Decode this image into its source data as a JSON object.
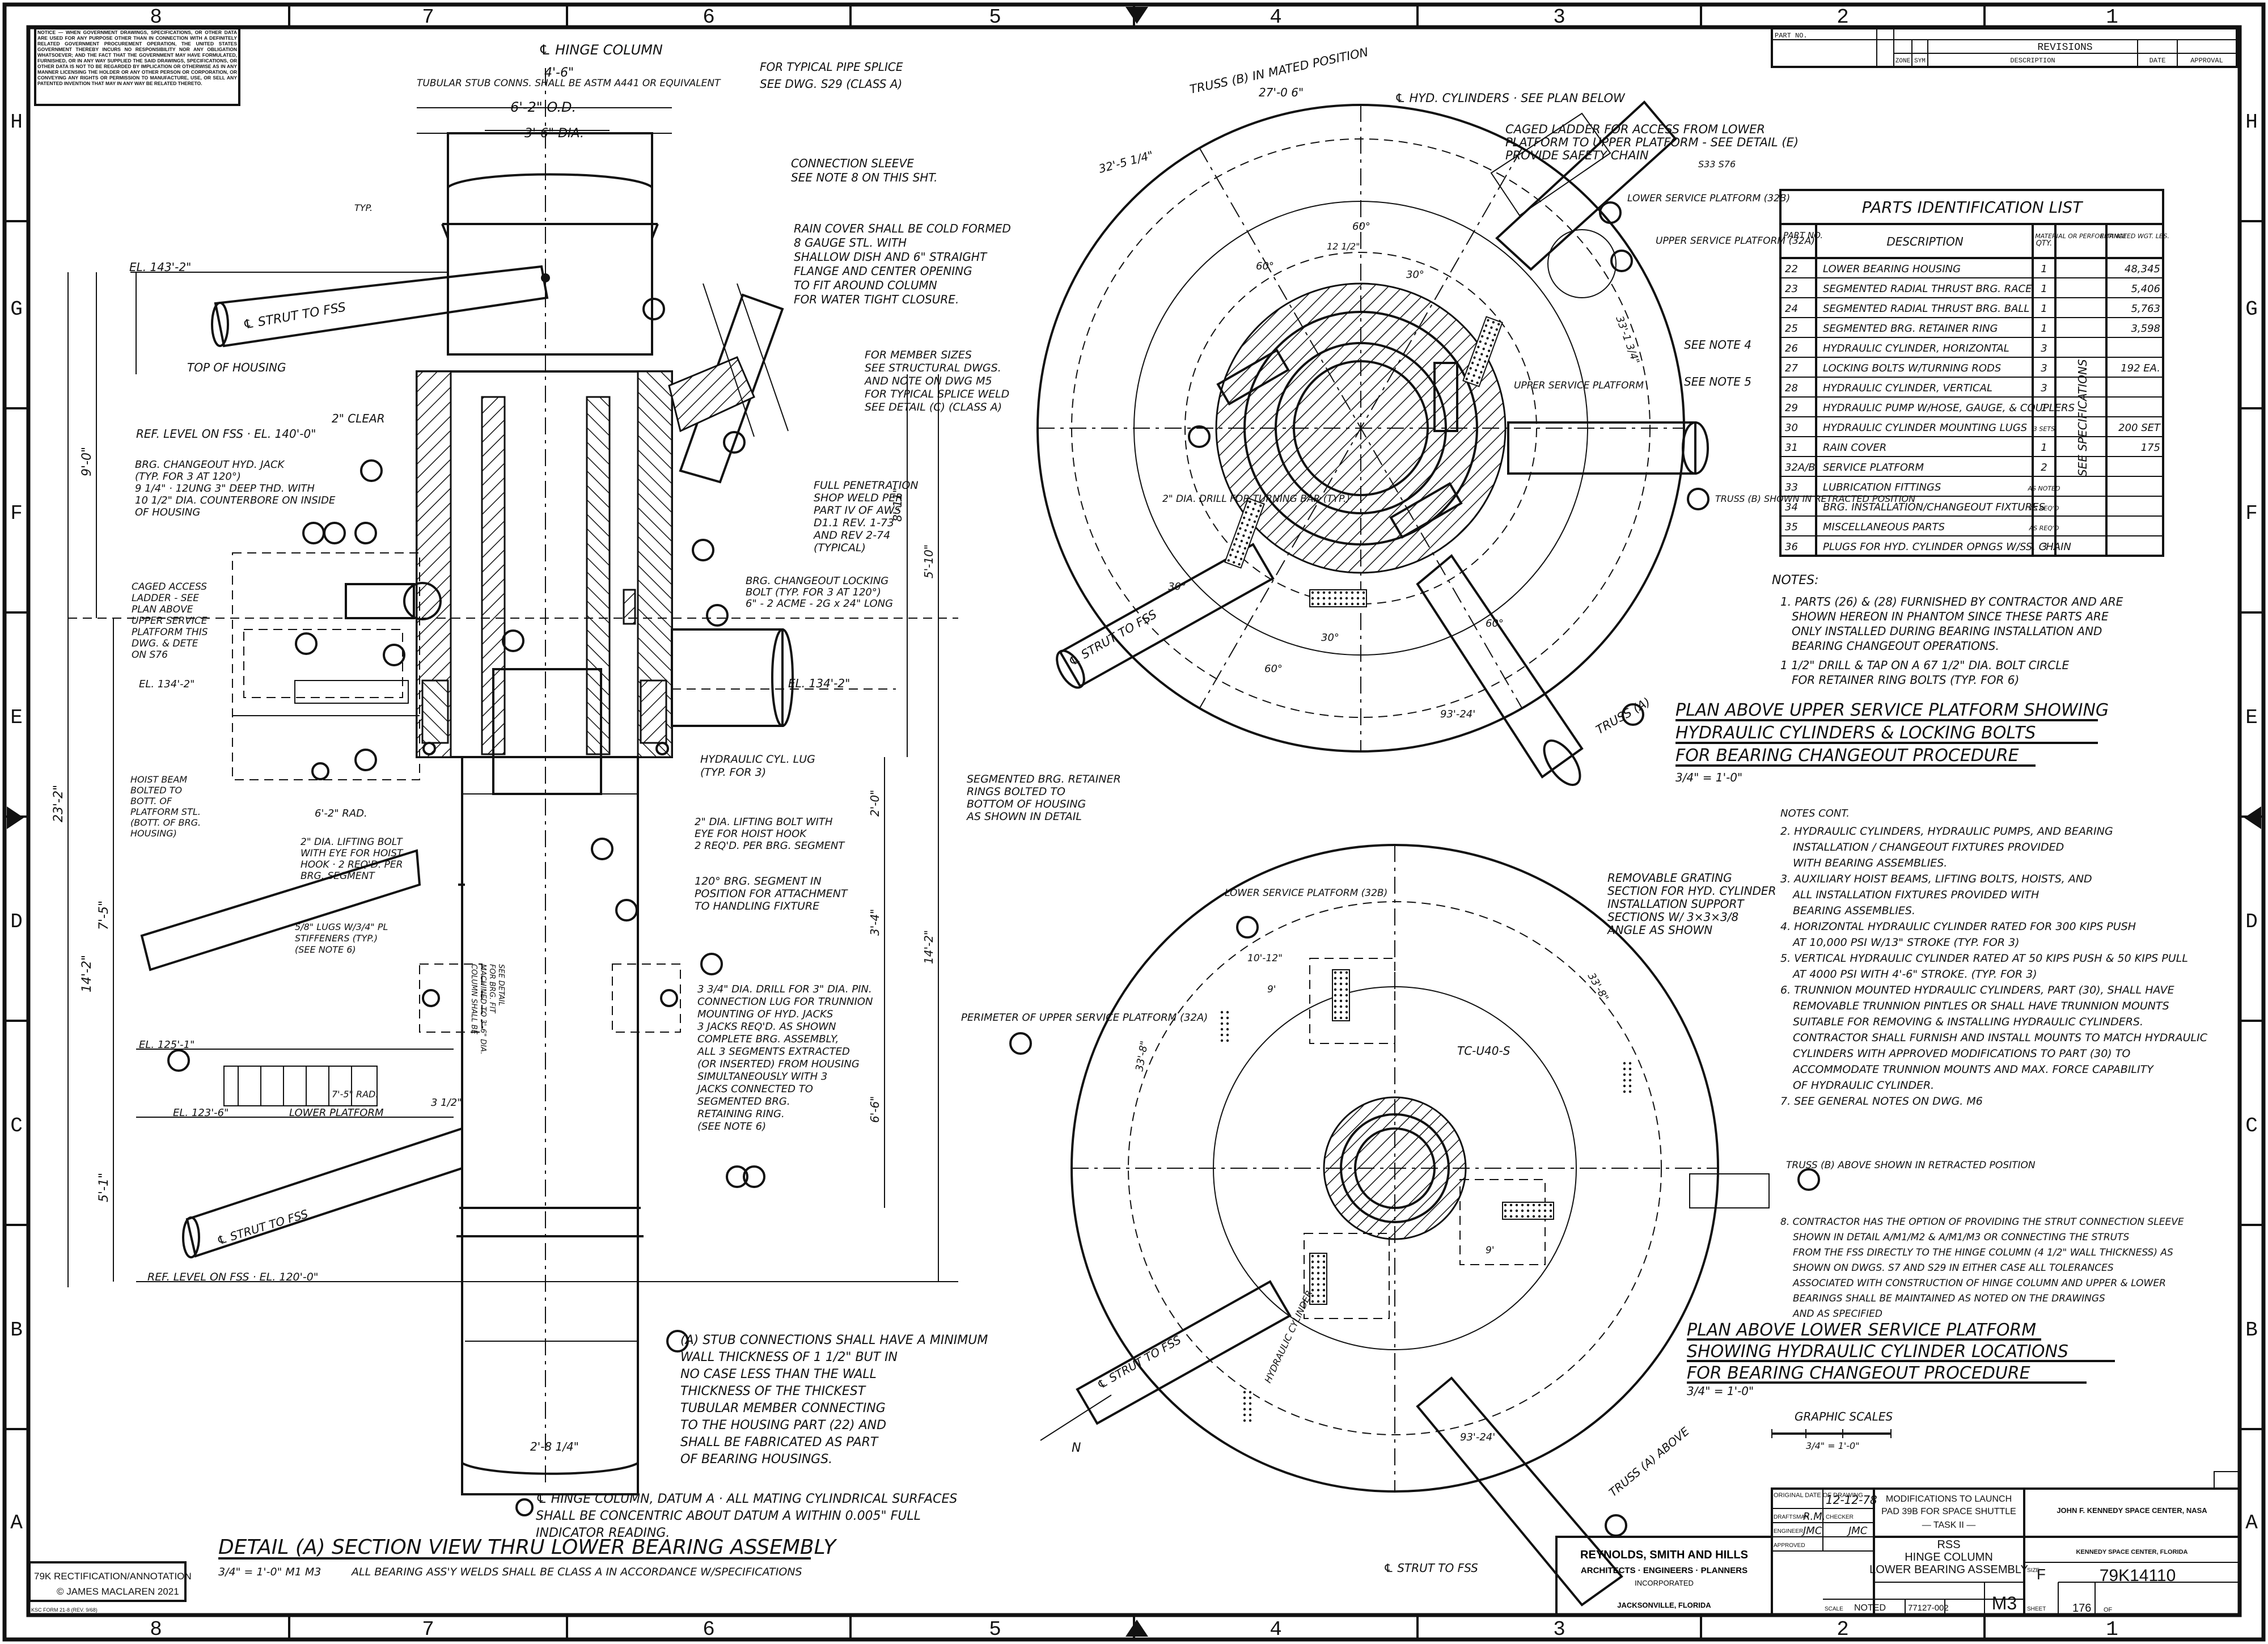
{
  "sheet": {
    "notice": "NOTICE — WHEN GOVERNMENT DRAWINGS, SPECIFICATIONS, OR OTHER DATA ARE USED FOR ANY PURPOSE OTHER THAN IN CONNECTION WITH A DEFINITELY RELATED GOVERNMENT PROCUREMENT OPERATION, THE UNITED STATES GOVERNMENT THEREBY INCURS NO RESPONSIBILITY NOR ANY OBLIGATION WHATSOEVER; AND THE FACT THAT THE GOVERNMENT MAY HAVE FORMULATED, FURNISHED, OR IN ANY WAY SUPPLIED THE SAID DRAWINGS, SPECIFICATIONS, OR OTHER DATA IS NOT TO BE REGARDED BY IMPLICATION OR OTHERWISE AS IN ANY MANNER LICENSING THE HOLDER OR ANY OTHER PERSON OR CORPORATION, OR CONVEYING ANY RIGHTS OR PERMISSION TO MANUFACTURE, USE, OR SELL ANY PATENTED INVENTION THAT MAY IN ANY WAY BE RELATED THERETO.",
    "zones_top": [
      "8",
      "7",
      "6",
      "5",
      "4",
      "3",
      "2",
      "1"
    ],
    "zones_side": [
      "H",
      "G",
      "F",
      "E",
      "D",
      "C",
      "B",
      "A"
    ],
    "rectification": "79K RECTIFICATION/ANNOTATION",
    "copyright": "© JAMES MACLAREN 2021",
    "form": "KSC FORM 21-8 (REV. 9/68)"
  },
  "revisions": {
    "part_no_label": "PART NO.",
    "title": "REVISIONS",
    "zone": "ZONE",
    "sym": "SYM",
    "description": "DESCRIPTION",
    "date": "DATE",
    "approval": "APPROVAL"
  },
  "parts": {
    "title": "PARTS IDENTIFICATION LIST",
    "headers": [
      "PART NO.",
      "DESCRIPTION",
      "QTY.",
      "MATERIAL OR PERFORMANCE",
      "ESTIMATED WGT. LBS."
    ],
    "spec_note": "SEE SPECIFICATIONS",
    "rows": [
      {
        "no": "22",
        "desc": "LOWER BEARING HOUSING",
        "qty": "1",
        "wgt": "48,345"
      },
      {
        "no": "23",
        "desc": "SEGMENTED RADIAL THRUST BRG. RACE",
        "qty": "1",
        "wgt": "5,406"
      },
      {
        "no": "24",
        "desc": "SEGMENTED RADIAL THRUST BRG. BALL",
        "qty": "1",
        "wgt": "5,763"
      },
      {
        "no": "25",
        "desc": "SEGMENTED BRG. RETAINER RING",
        "qty": "1",
        "wgt": "3,598"
      },
      {
        "no": "26",
        "desc": "HYDRAULIC CYLINDER, HORIZONTAL",
        "qty": "3",
        "wgt": ""
      },
      {
        "no": "27",
        "desc": "LOCKING BOLTS W/TURNING RODS",
        "qty": "3",
        "wgt": "192 EA."
      },
      {
        "no": "28",
        "desc": "HYDRAULIC CYLINDER, VERTICAL",
        "qty": "3",
        "wgt": ""
      },
      {
        "no": "29",
        "desc": "HYDRAULIC PUMP W/HOSE, GAUGE, & COUPLERS",
        "qty": "1",
        "wgt": ""
      },
      {
        "no": "30",
        "desc": "HYDRAULIC CYLINDER MOUNTING LUGS",
        "qty": "3 SETS",
        "wgt": "200 SET"
      },
      {
        "no": "31",
        "desc": "RAIN COVER",
        "qty": "1",
        "wgt": "175"
      },
      {
        "no": "32A/B",
        "desc": "SERVICE PLATFORM",
        "qty": "2",
        "wgt": ""
      },
      {
        "no": "33",
        "desc": "LUBRICATION FITTINGS",
        "qty": "AS NOTED",
        "wgt": ""
      },
      {
        "no": "34",
        "desc": "BRG. INSTALLATION/CHANGEOUT FIXTURES",
        "qty": "AS REQ'D",
        "wgt": ""
      },
      {
        "no": "35",
        "desc": "MISCELLANEOUS PARTS",
        "qty": "AS REQ'D",
        "wgt": ""
      },
      {
        "no": "36",
        "desc": "PLUGS FOR HYD. CYLINDER OPNGS W/SS. CHAIN",
        "qty": "3",
        "wgt": ""
      }
    ]
  },
  "notes": {
    "heading": "NOTES:",
    "n1": [
      "1. PARTS (26) & (28) FURNISHED BY CONTRACTOR AND ARE",
      "SHOWN HEREON IN PHANTOM SINCE THESE PARTS ARE",
      "ONLY INSTALLED DURING BEARING INSTALLATION AND",
      "BEARING CHANGEOUT OPERATIONS."
    ],
    "drill": [
      "1 1/2\" DRILL & TAP ON A 67 1/2\" DIA. BOLT CIRCLE",
      "FOR RETAINER RING BOLTS (TYP. FOR 6)"
    ],
    "cont_heading": "NOTES CONT.",
    "cont": [
      "2. HYDRAULIC CYLINDERS, HYDRAULIC PUMPS, AND BEARING",
      "INSTALLATION / CHANGEOUT FIXTURES PROVIDED",
      "WITH BEARING ASSEMBLIES.",
      "3. AUXILIARY HOIST BEAMS, LIFTING BOLTS, HOISTS, AND",
      "ALL INSTALLATION FIXTURES PROVIDED WITH",
      "BEARING ASSEMBLIES.",
      "4. HORIZONTAL HYDRAULIC CYLINDER RATED FOR 300 KIPS PUSH",
      "AT 10,000 PSI W/13\" STROKE (TYP. FOR 3)",
      "5. VERTICAL HYDRAULIC CYLINDER RATED AT 50 KIPS PUSH & 50 KIPS PULL",
      "AT 4000 PSI WITH 4'-6\" STROKE. (TYP. FOR 3)",
      "6. TRUNNION MOUNTED HYDRAULIC CYLINDERS, PART (30), SHALL HAVE",
      "REMOVABLE TRUNNION PINTLES OR SHALL HAVE TRUNNION MOUNTS",
      "SUITABLE FOR REMOVING & INSTALLING HYDRAULIC CYLINDERS.",
      "CONTRACTOR SHALL FURNISH AND INSTALL MOUNTS TO MATCH HYDRAULIC",
      "CYLINDERS WITH APPROVED MODIFICATIONS TO PART (30) TO",
      "ACCOMMODATE TRUNNION MOUNTS AND MAX. FORCE CAPABILITY",
      "OF HYDRAULIC CYLINDER.",
      "7. SEE GENERAL NOTES ON DWG. M6"
    ],
    "n8": [
      "8. CONTRACTOR HAS THE OPTION OF PROVIDING THE STRUT CONNECTION SLEEVE",
      "SHOWN IN DETAIL A/M1/M2 & A/M1/M3 OR CONNECTING THE STRUTS",
      "FROM THE FSS DIRECTLY TO THE HINGE COLUMN (4 1/2\" WALL THICKNESS) AS",
      "SHOWN ON DWGS. S7 AND S29 IN EITHER CASE ALL TOLERANCES",
      "ASSOCIATED WITH CONSTRUCTION OF HINGE COLUMN AND UPPER & LOWER",
      "BEARINGS SHALL BE MAINTAINED AS NOTED ON THE DRAWINGS",
      "AND AS SPECIFIED"
    ],
    "stub": [
      "(A) STUB CONNECTIONS SHALL HAVE A MINIMUM",
      "WALL THICKNESS OF 1 1/2\" BUT IN",
      "NO CASE LESS THAN THE WALL",
      "THICKNESS OF THE THICKEST",
      "TUBULAR MEMBER CONNECTING",
      "TO THE HOUSING PART (22) AND",
      "SHALL BE FABRICATED AS PART",
      "OF BEARING HOUSINGS."
    ],
    "datum": [
      "℄ HINGE COLUMN, DATUM A · ALL MATING CYLINDRICAL SURFACES",
      "SHALL BE CONCENTRIC ABOUT DATUM A WITHIN 0.005\" FULL",
      "INDICATOR READING."
    ]
  },
  "plan_upper": {
    "title1": "PLAN ABOVE UPPER SERVICE PLATFORM SHOWING",
    "title2": "HYDRAULIC CYLINDERS & LOCKING BOLTS",
    "title3": "FOR BEARING CHANGEOUT PROCEDURE",
    "scale": "3/4\" = 1'-0\"",
    "labels": {
      "truss_mated": "TRUSS (B) IN MATED POSITION",
      "hyd_cyl": "℄ HYD. CYLINDERS · SEE PLAN BELOW",
      "ladder1": "CAGED LADDER FOR ACCESS FROM LOWER",
      "ladder2": "PLATFORM TO UPPER PLATFORM - SEE DETAIL (E)",
      "ladder3": "PROVIDE SAFETY CHAIN",
      "ladder_ref": "S33 S76",
      "lower_sp": "LOWER SERVICE PLATFORM (32B)",
      "upper_sp": "UPPER SERVICE PLATFORM (32A)",
      "upper_sp2": "UPPER SERVICE PLATFORM",
      "see4": "SEE NOTE 4",
      "see5": "SEE NOTE 5",
      "truss_b": "TRUSS (B) SHOWN IN RETRACTED POSITION",
      "drill": "2\" DIA. DRILL FOR TURNING BAR (TYP.)",
      "strut": "℄ STRUT TO FSS",
      "truss_a": "TRUSS (A)",
      "dim_27_6": "27'-0 6\"",
      "dim_32_5": "32'-5 1/4\"",
      "dim_33_1": "33'-1 3/4\"",
      "dim_93_24": "93'-24'",
      "dim_60": "60°",
      "dim_30": "30°",
      "dim_12": "12 1/2\""
    }
  },
  "plan_lower": {
    "title1": "PLAN ABOVE LOWER SERVICE PLATFORM",
    "title2": "SHOWING HYDRAULIC CYLINDER LOCATIONS",
    "title3": "FOR BEARING CHANGEOUT PROCEDURE",
    "scale": "3/4\" = 1'-0\"",
    "graphic": "GRAPHIC SCALES",
    "graphic_scale": "3/4\" = 1'-0\"",
    "labels": {
      "lower_sp": "LOWER SERVICE PLATFORM (32B)",
      "grating1": "REMOVABLE GRATING",
      "grating2": "SECTION FOR HYD. CYLINDER",
      "grating3": "INSTALLATION SUPPORT",
      "grating4": "SECTIONS W/ 3×3×3/8",
      "grating5": "ANGLE AS SHOWN",
      "perimeter": "PERIMETER OF UPPER SERVICE PLATFORM (32A)",
      "tc": "TC-U40-S",
      "truss_b_above": "TRUSS (B) ABOVE SHOWN IN RETRACTED POSITION",
      "strut": "℄ STRUT TO FSS",
      "strut2": "℄ STRUT TO FSS",
      "truss_a_above": "TRUSS (A) ABOVE",
      "hyd_cyl": "HYDRAULIC CYLINDER",
      "north": "N",
      "dim_10": "10'-12\"",
      "dim_9": "9'",
      "dim_33": "33'-8\"",
      "dim_93": "93'-24'"
    }
  },
  "section": {
    "title": "DETAIL (A) SECTION VIEW THRU LOWER BEARING ASSEMBLY",
    "scale": "3/4\" = 1'-0\"  M1  M3",
    "welds": "ALL BEARING ASS'Y WELDS SHALL BE CLASS A IN ACCORDANCE W/SPECIFICATIONS",
    "labels": {
      "hinge": "℄ HINGE COLUMN",
      "dim_4_6": "4'-6\"",
      "stub": "TUBULAR STUB CONNS. SHALL BE ASTM A441 OR EQUIVALENT",
      "pipe1": "FOR TYPICAL PIPE SPLICE",
      "pipe2": "SEE DWG. S29 (CLASS A)",
      "dim_6_2": "6'-2\" O.D.",
      "dim_3_6": "3'-6\" DIA.",
      "sleeve1": "CONNECTION SLEEVE",
      "sleeve2": "SEE NOTE 8 ON THIS SHT.",
      "rain1": "RAIN COVER SHALL BE COLD FORMED",
      "rain2": "8 GAUGE STL. WITH",
      "rain3": "SHALLOW DISH AND 6\" STRAIGHT",
      "rain4": "FLANGE AND CENTER OPENING",
      "rain5": "TO FIT AROUND COLUMN",
      "rain6": "FOR WATER TIGHT CLOSURE.",
      "el143": "EL. 143'-2\"",
      "strut_fss": "℄ STRUT TO FSS",
      "top_housing": "TOP OF HOUSING",
      "clear": "2\" CLEAR",
      "ref140": "REF. LEVEL ON FSS · EL. 140'-0\"",
      "member1": "FOR MEMBER SIZES",
      "member2": "SEE STRUCTURAL DWGS.",
      "member3": "AND NOTE ON DWG M5",
      "member4": "FOR TYPICAL SPLICE WELD",
      "member5": "SEE DETAIL (C) (CLASS A)",
      "jack1": "BRG. CHANGEOUT HYD. JACK",
      "jack2": "(TYP. FOR 3 AT 120°)",
      "jack3": "9 1/4\" · 12UNG 3\" DEEP THD. WITH",
      "jack4": "10 1/2\" DIA. COUNTERBORE ON INSIDE",
      "jack5": "OF HOUSING",
      "pen1": "FULL PENETRATION",
      "pen2": "SHOP WELD PER",
      "pen3": "PART IV OF AWS",
      "pen4": "D1.1 REV. 1-73",
      "pen5": "AND REV 2-74",
      "pen6": "(TYPICAL)",
      "bolt1": "BRG. CHANGEOUT LOCKING",
      "bolt2": "BOLT (TYP. FOR 3 AT 120°)",
      "bolt3": "6\" - 2 ACME - 2G x 24\" LONG",
      "ladder1": "CAGED ACCESS",
      "ladder2": "LADDER - SEE",
      "ladder3": "PLAN ABOVE",
      "ladder4": "UPPER SERVICE",
      "ladder5": "PLATFORM THIS",
      "ladder6": "DWG. & DETE",
      "ladder7": "ON S76",
      "el134a": "EL. 134'-2\"",
      "el134b": "EL. 134'-2\"",
      "lug1": "HYDRAULIC CYL. LUG",
      "lug2": "(TYP. FOR 3)",
      "seg1": "SEGMENTED BRG. RETAINER",
      "seg2": "RINGS BOLTED TO",
      "seg3": "BOTTOM OF HOUSING",
      "seg4": "AS SHOWN IN DETAIL",
      "hoist1": "HOIST BEAM",
      "hoist2": "BOLTED TO",
      "hoist3": "BOTT. OF",
      "hoist4": "PLATFORM STL.",
      "hoist5": "(BOTT. OF BRG.",
      "hoist6": "HOUSING)",
      "rad": "6'-2\" RAD.",
      "lift1": "2\" DIA. LIFTING BOLT",
      "lift2": "WITH EYE FOR HOIST",
      "lift3": "HOOK · 2 REQ'D. PER",
      "lift4": "BRG. SEGMENT",
      "lift5": "2\" DIA. LIFTING BOLT WITH",
      "lift6": "EYE FOR HOIST HOOK",
      "lift7": "2 REQ'D. PER BRG. SEGMENT",
      "seg120a": "120° BRG. SEGMENT IN",
      "seg120b": "POSITION FOR ATTACHMENT",
      "seg120c": "TO HANDLING FIXTURE",
      "lugs1": "5/8\" LUGS W/3/4\" PL",
      "lugs2": "STIFFENERS (TYP.)",
      "lugs3": "(SEE NOTE 6)",
      "drill1": "3 3/4\" DIA. DRILL FOR 3\" DIA. PIN.",
      "drill2": "CONNECTION LUG FOR TRUNNION",
      "drill3": "MOUNTING OF HYD. JACKS",
      "drill4": "3 JACKS REQ'D. AS SHOWN",
      "drill5": "COMPLETE BRG. ASSEMBLY,",
      "drill6": "ALL 3 SEGMENTS EXTRACTED",
      "drill7": "(OR INSERTED) FROM HOUSING",
      "drill8": "SIMULTANEOUSLY WITH 3",
      "drill9": "JACKS CONNECTED TO",
      "drill10": "SEGMENTED BRG.",
      "drill11": "RETAINING RING.",
      "drill12": "(SEE NOTE 6)",
      "el125": "EL. 125'-1\"",
      "el123": "EL. 123'-6\"",
      "lower_plat": "LOWER PLATFORM",
      "rad75": "7'-5\" RAD.",
      "ref120": "REF. LEVEL ON FSS · EL. 120'-0\"",
      "col_mach1": "COLUMN SHALL BE",
      "col_mach2": "MACHINED TO 3'-6\" DIA.",
      "col_mach3": "FOR BRG. FIT",
      "col_mach4": "SEE DETAIL",
      "dim_9_0": "9'-0\"",
      "dim_23_2": "23'-2\"",
      "dim_7_5": "7'-5\"",
      "dim_14_2": "14'-2\"",
      "dim_5_1": "5'-1\"",
      "dim_8_11": "8'-11\"",
      "dim_5_10": "5'-10\"",
      "dim_2_0": "2'-0\"",
      "dim_3_4": "3'-4\"",
      "dim_6_6": "6'-6\"",
      "dim_14_2b": "14'-2\"",
      "dim_2_814": "2'-8 1/4\"",
      "dim_3_12": "3 1/2\"",
      "typ": "TYP."
    }
  },
  "title_block": {
    "orig_date_label": "ORIGINAL DATE OF DRAWING",
    "orig_date": "12-12-78",
    "drafts": "DRAFTSMAN",
    "drafts_v": "R.M.",
    "checker": "CHECKER",
    "engineer": "ENGINEER",
    "engineer_v": "JMC",
    "checker_v": "JMC",
    "approved": "APPROVED",
    "mod1": "MODIFICATIONS TO LAUNCH",
    "mod2": "PAD 39B FOR SPACE SHUTTLE",
    "mod3": "— TASK II —",
    "ksc1": "JOHN F. KENNEDY SPACE CENTER, NASA",
    "ksc2": "KENNEDY SPACE CENTER, FLORIDA",
    "t1": "RSS",
    "t2": "HINGE COLUMN",
    "t3": "LOWER BEARING ASSEMBLY",
    "firm1": "REYNOLDS, SMITH AND HILLS",
    "firm2": "ARCHITECTS · ENGINEERS · PLANNERS",
    "firm3": "INCORPORATED",
    "firm4": "JACKSONVILLE, FLORIDA",
    "scale_label": "SCALE",
    "scale": "NOTED",
    "code": "77127-002",
    "sheet_id": "M3",
    "size_label": "SIZE",
    "size": "F",
    "dwg": "79K14110",
    "sheet_label": "SHEET",
    "sheet": "176",
    "of": "OF"
  }
}
